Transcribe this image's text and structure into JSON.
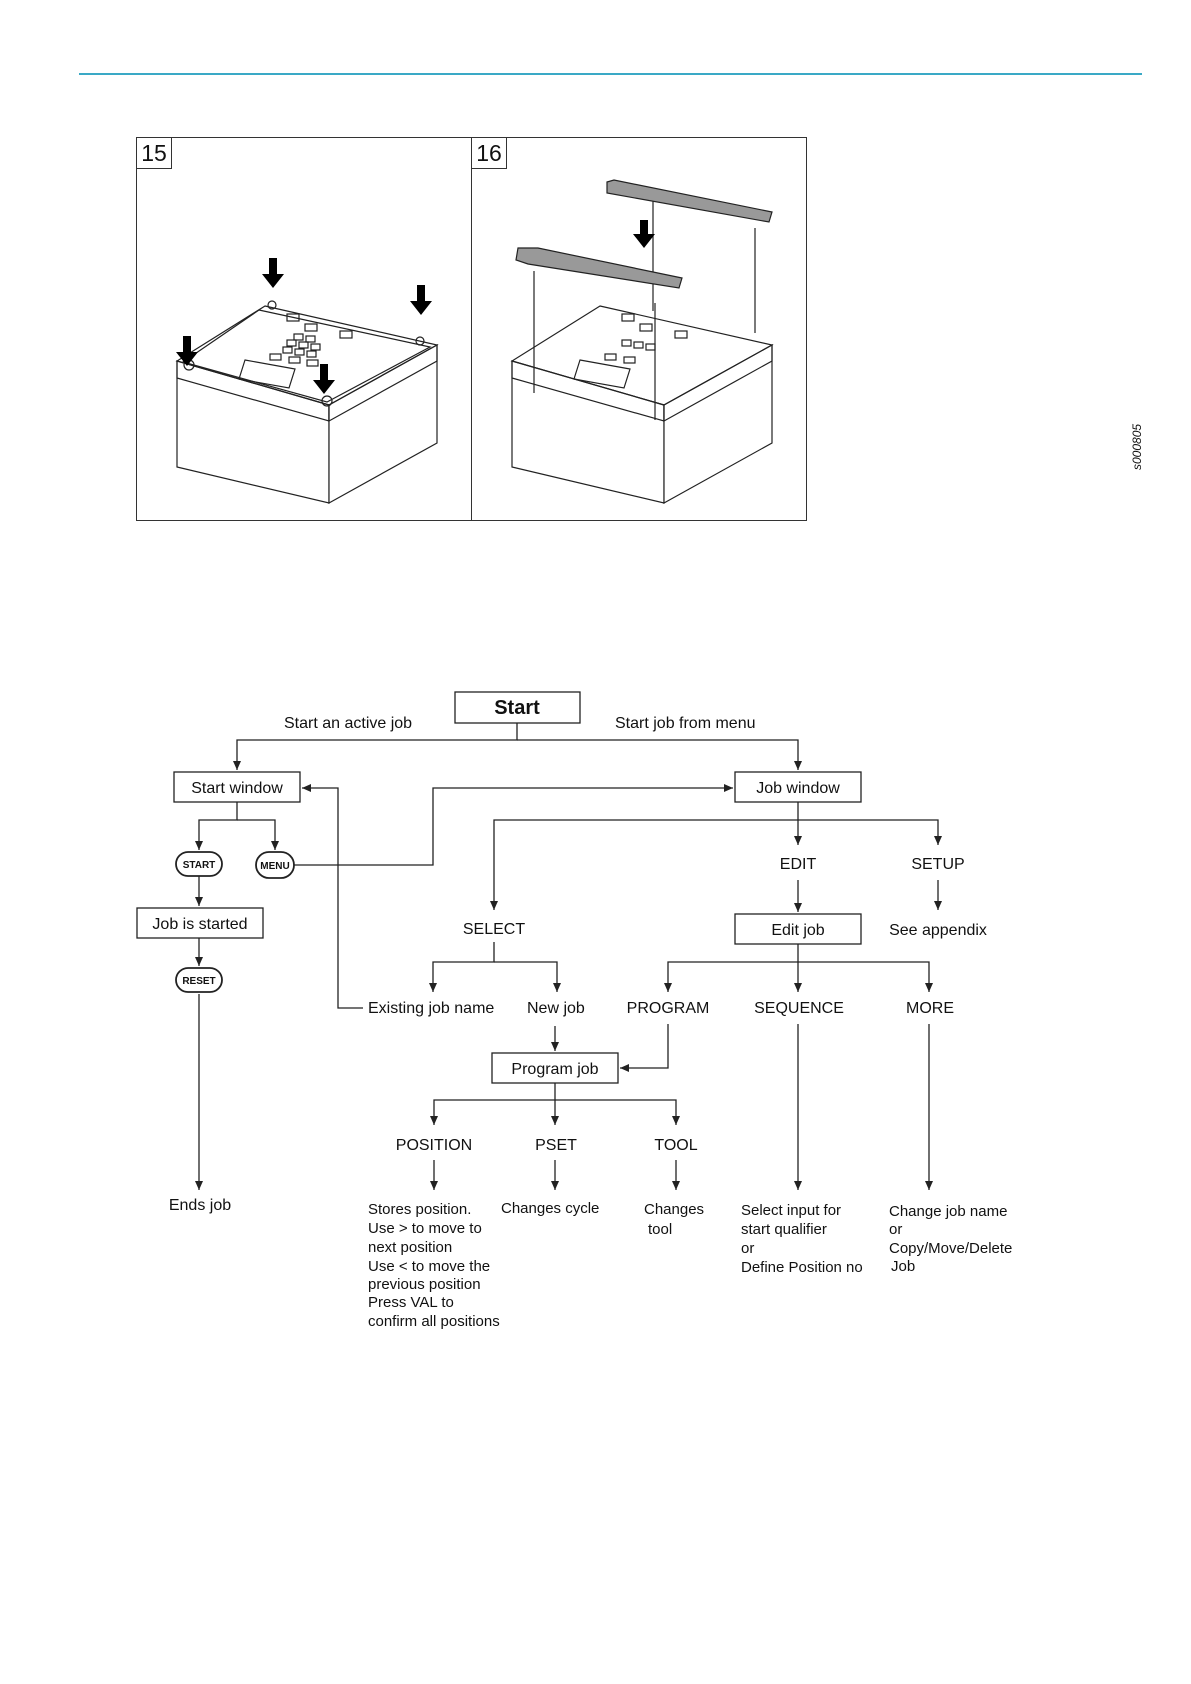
{
  "colors": {
    "rule": "#3aa9c6",
    "line": "#222222"
  },
  "figures": [
    {
      "number": "15"
    },
    {
      "number": "16"
    }
  ],
  "figure_code": "s000805",
  "flow": {
    "start": "Start",
    "start_active": "Start an active job",
    "start_menu": "Start job from menu",
    "start_window": "Start window",
    "job_window": "Job window",
    "start_key": "START",
    "menu_key": "MENU",
    "edit": "EDIT",
    "setup": "SETUP",
    "job_started": "Job is started",
    "select": "SELECT",
    "edit_job": "Edit job",
    "see_appendix": "See appendix",
    "reset_key": "RESET",
    "existing_job": "Existing job name",
    "new_job": "New job",
    "program": "PROGRAM",
    "sequence": "SEQUENCE",
    "more": "MORE",
    "program_job": "Program job",
    "position": "POSITION",
    "pset": "PSET",
    "tool": "TOOL",
    "ends_job": "Ends job",
    "position_desc": [
      "Stores position.",
      "Use > to move to",
      "next position",
      "Use < to move the",
      "previous position",
      "Press VAL to",
      "confirm all positions"
    ],
    "pset_desc": [
      "Changes cycle"
    ],
    "tool_desc": [
      "Changes",
      "tool"
    ],
    "sequence_desc": [
      "Select input for",
      "start qualifier",
      "or",
      "Define Position no"
    ],
    "more_desc": [
      "Change job name",
      "or",
      "Copy/Move/Delete",
      "Job"
    ]
  }
}
